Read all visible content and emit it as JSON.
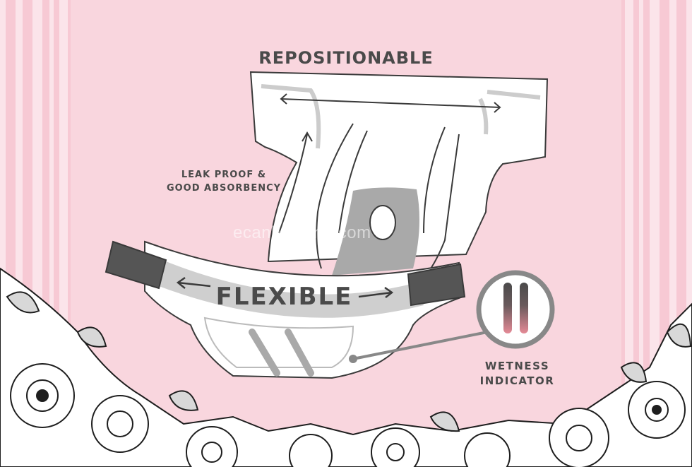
{
  "labels": {
    "repositionable": "REPOSITIONABLE",
    "leak_line1": "LEAK PROOF &",
    "leak_line2": "GOOD ABSORBENCY",
    "flexible": "FLEXIBLE",
    "wetness_line1": "WETNESS",
    "wetness_line2": "INDICATOR"
  },
  "watermark": "ecanhygiene.com",
  "colors": {
    "background": "#f7c9d4",
    "panel": "#f9d6de",
    "outline": "#3a3a3a",
    "text": "#4a4a4a",
    "tape": "#555555",
    "core": "#a9a9a9",
    "band": "#cfcfcf",
    "indicator": "#e58a96"
  }
}
